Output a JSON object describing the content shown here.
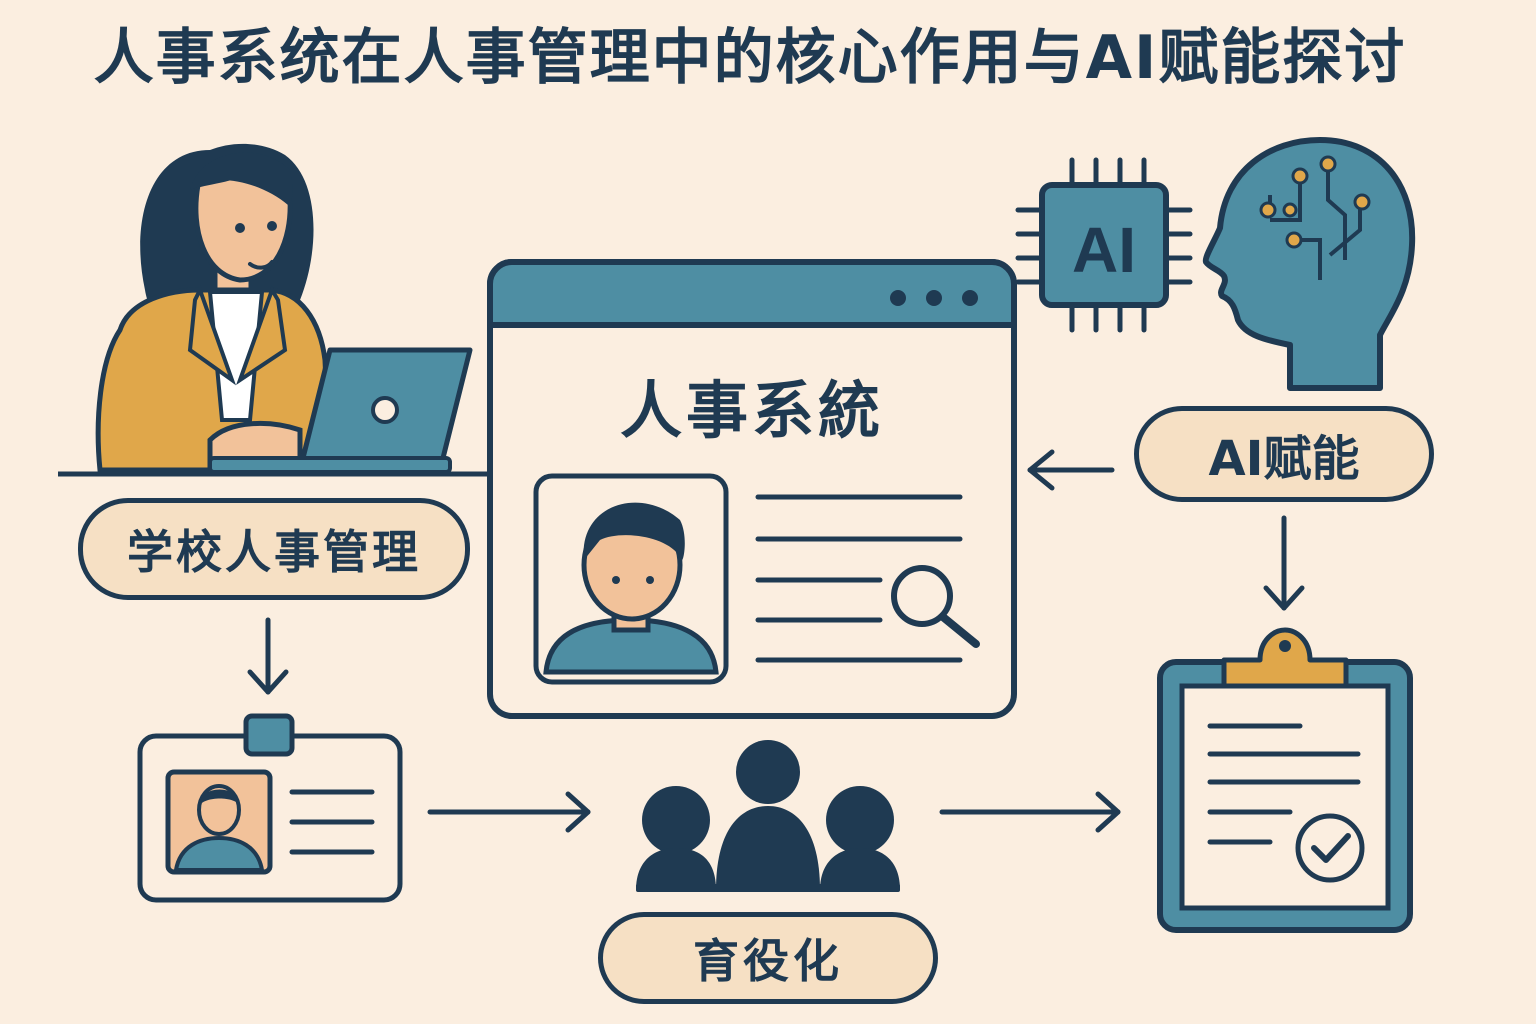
{
  "title": "人事系统在人事管理中的核心作用与AI赋能探讨",
  "nodes": {
    "system_window_title": "人事系統",
    "school_hr_label": "学校人事管理",
    "ai_empower_label": "AI赋能",
    "cultivation_label": "育役化",
    "ai_chip_text": "AI"
  },
  "colors": {
    "background": "#fbeee0",
    "navy": "#1f3a52",
    "teal": "#4e8ea3",
    "gold": "#e0a74a",
    "skin": "#f2c29a",
    "pill": "#f6e0c4"
  }
}
